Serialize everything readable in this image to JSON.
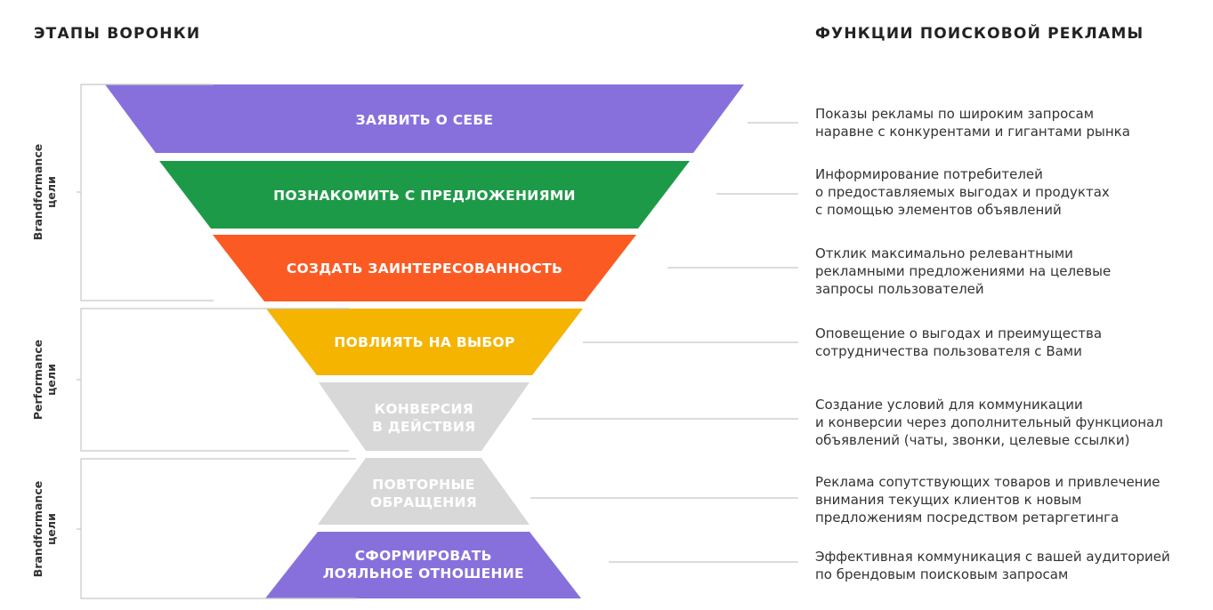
{
  "headers": {
    "left": "ЭТАПЫ ВОРОНКИ",
    "right": "ФУНКЦИИ ПОИСКОВОЙ РЕКЛАМЫ"
  },
  "groups": [
    {
      "line1": "Brandformance",
      "line2": "цели"
    },
    {
      "line1": "Performance",
      "line2": "цели"
    },
    {
      "line1": "Brandformance",
      "line2": "цели"
    }
  ],
  "stages": [
    {
      "lines": [
        "ЗАЯВИТЬ О СЕБЕ"
      ],
      "color": "#8870dc",
      "description": [
        "Показы рекламы по широким запросам",
        "наравне с конкурентами и гигантами рынка"
      ]
    },
    {
      "lines": [
        "ПОЗНАКОМИТЬ С ПРЕДЛОЖЕНИЯМИ"
      ],
      "color": "#1d9a48",
      "description": [
        "Информирование потребителей",
        "о предоставляемых выгодах и продуктах",
        "с помощью элементов объявлений"
      ]
    },
    {
      "lines": [
        "СОЗДАТЬ ЗАИНТЕРЕСОВАННОСТЬ"
      ],
      "color": "#fc5a23",
      "description": [
        "Отклик максимально релевантными",
        "рекламными предложениями на целевые",
        "запросы пользователей"
      ]
    },
    {
      "lines": [
        "ПОВЛИЯТЬ НА ВЫБОР"
      ],
      "color": "#f5b400",
      "description": [
        "Оповещение о выгодах и преимущества",
        "сотрудничества пользователя с Вами"
      ]
    },
    {
      "lines": [
        "КОНВЕРСИЯ",
        "В ДЕЙСТВИЯ"
      ],
      "color": "#d8d8d8",
      "description": [
        "Создание условий для коммуникации",
        "и конверсии через дополнительный функционал",
        "объявлений (чаты, звонки, целевые ссылки)"
      ]
    },
    {
      "lines": [
        "ПОВТОРНЫЕ",
        "ОБРАЩЕНИЯ"
      ],
      "color": "#d8d8d8",
      "description": [
        "Реклама сопутствующих товаров и привлечение",
        "внимания текущих клиентов к новым",
        "предложениям посредством ретаргетинга"
      ]
    },
    {
      "lines": [
        "СФОРМИРОВАТЬ",
        "ЛОЯЛЬНОЕ ОТНОШЕНИЕ"
      ],
      "color": "#8870dc",
      "description": [
        "Эффективная коммуникация с вашей аудиторией",
        "по брендовым поисковым запросам"
      ]
    }
  ],
  "colors": {
    "connector": "#c8c8c8",
    "bracket": "#c8c8c8"
  }
}
